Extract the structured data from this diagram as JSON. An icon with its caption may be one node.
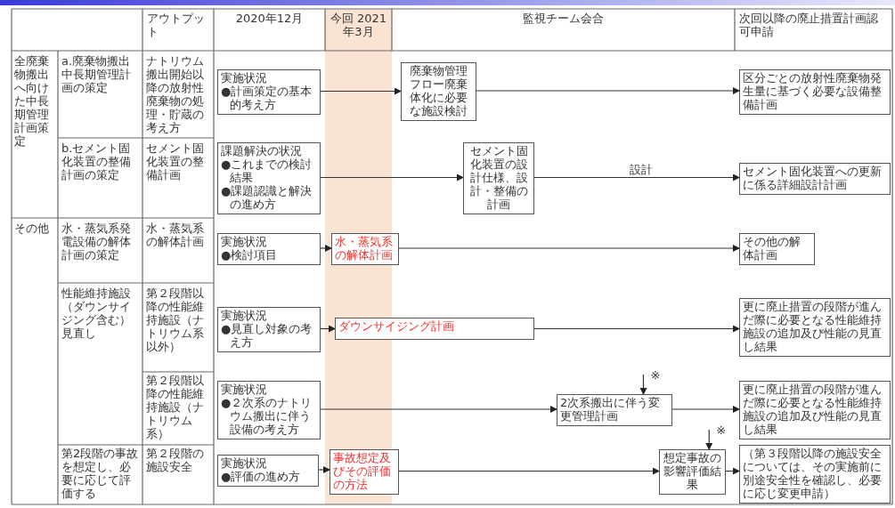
{
  "diagram": {
    "nodes": [
      {
        "text": [
          "実施状況",
          "●計画策定の基本的考え方"
        ]
      },
      {
        "text": [
          "廃棄物管理フロー廃棄体化に必要な施設検討"
        ]
      },
      {
        "text": [
          "区分ごとの放射性廃棄物発生量に基づく必要な設備整備計画"
        ]
      },
      {
        "text": [
          "課題解決の状況",
          "●これまでの検討結果",
          "●課題認識と解決の進め方"
        ]
      },
      {
        "text": [
          "セメント固化装置の設計仕様、設計・整備の計画"
        ]
      },
      {
        "text": [
          "セメント固化装置への更新に係る詳細設計計画"
        ]
      },
      {
        "text": [
          "実施状況",
          "●検討項目"
        ]
      },
      {
        "text": [
          "水・蒸気系の解体計画"
        ]
      },
      {
        "text": [
          "その他の解体計画"
        ]
      },
      {
        "text": [
          "実施状況",
          "●見直し対象の考え方"
        ]
      },
      {
        "text": [
          "ダウンサイジング計画"
        ]
      },
      {
        "text": [
          "更に廃止措置の段階が進んだ際に必要となる性能維持施設の追加及び性能の見直し結果"
        ]
      },
      {
        "text": [
          "実施状況",
          "●２次系のナトリウム搬出に伴う設備の考え方"
        ]
      },
      {
        "text": [
          "2次系搬出に伴う変更管理計画"
        ]
      },
      {
        "text": [
          "更に廃止措置の段階が進んだ際に必要となる性能維持施設の追加及び性能の見直し結果"
        ]
      },
      {
        "text": [
          "実施状況",
          "●評価の進め方"
        ]
      },
      {
        "text": [
          "事故想定及びその評価の方法"
        ]
      },
      {
        "text": [
          "想定事故の影響評価結果"
        ]
      },
      {
        "text": [
          "（第３段階以降の施設安全については、その実施前に別途安全性を確認し、必要に応じ変更申請）"
        ]
      }
    ],
    "edges": [
      {
        "from": 0,
        "to": 1,
        "arrow": "to"
      },
      {
        "from": 1,
        "to": 2,
        "arrow": "to"
      },
      {
        "from": 3,
        "to": 4,
        "arrow": "to"
      },
      {
        "from": 4,
        "to": 5,
        "arrow": "to",
        "label": "設計"
      },
      {
        "from": 6,
        "to": 7,
        "arrow": "to"
      },
      {
        "from": 7,
        "to": 8,
        "arrow": "to"
      },
      {
        "from": 9,
        "to": 10,
        "arrow": "to"
      },
      {
        "from": 10,
        "to": 11,
        "arrow": "to"
      },
      {
        "from": 12,
        "to": 13,
        "arrow": "to"
      },
      {
        "from": 13,
        "to": 14,
        "arrow": "to"
      },
      {
        "from": 15,
        "to": 16,
        "arrow": "to"
      },
      {
        "from": 16,
        "to": 17,
        "arrow": "to"
      },
      {
        "from": 17,
        "to": 18,
        "arrow": "to"
      },
      {
        "from": null,
        "to": 13,
        "arrow": "to",
        "label": "※"
      },
      {
        "from": null,
        "to": 17,
        "arrow": "to",
        "label": "※"
      }
    ],
    "labels": [
      "アウトプット",
      "2020年12月",
      "今回 2021年3月",
      "監視チーム会合",
      "次回以降の廃止措置計画認可申請",
      "全廃棄物搬出へ向けた中長期管理計画策定",
      "a.廃棄物搬出中長期管理計画の策定",
      "ナトリウム搬出開始以降の放射性廃棄物の処理・貯蔵の考え方",
      "b.セメント固化装置の整備計画の策定",
      "セメント固化装置の整備計画",
      "その他",
      "水・蒸気系発電設備の解体計画の策定",
      "水・蒸気系の解体計画",
      "性能維持施設（ダウンサイジング含む）見直し",
      "第２段階以降の性能維持施設（ナトリウム系以外）",
      "第２段階以降の性能維持施設（ナトリウム系）",
      "第2段階の事故を想定し、必要に応じて評価する",
      "第２段階の施設安全"
    ]
  }
}
